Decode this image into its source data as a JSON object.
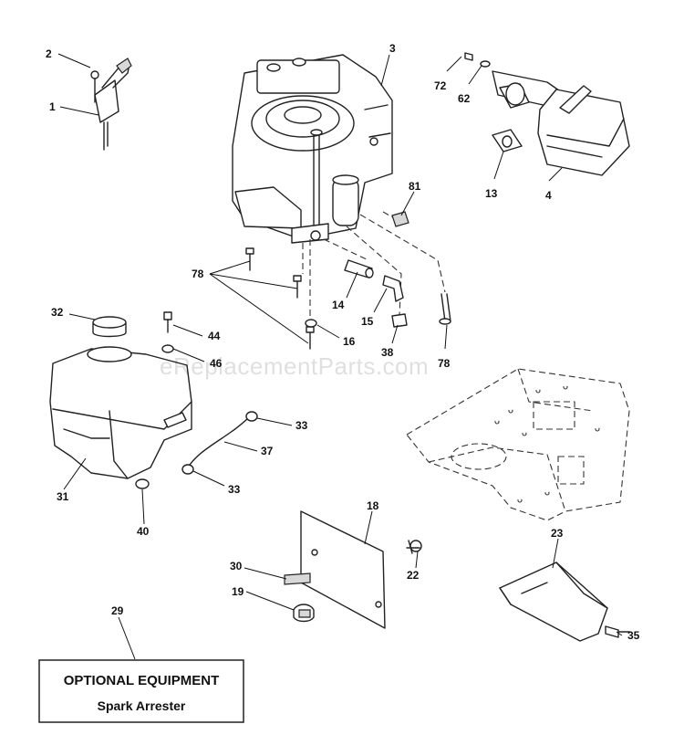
{
  "watermark": "eReplacementParts.com",
  "optional_box": {
    "title": "OPTIONAL EQUIPMENT",
    "subtitle": "Spark Arrester"
  },
  "callouts": [
    "1",
    "2",
    "3",
    "72",
    "62",
    "13",
    "4",
    "81",
    "78",
    "14",
    "15",
    "16",
    "38",
    "32",
    "44",
    "46",
    "31",
    "33",
    "37",
    "40",
    "18",
    "30",
    "19",
    "22",
    "23",
    "35",
    "29"
  ]
}
